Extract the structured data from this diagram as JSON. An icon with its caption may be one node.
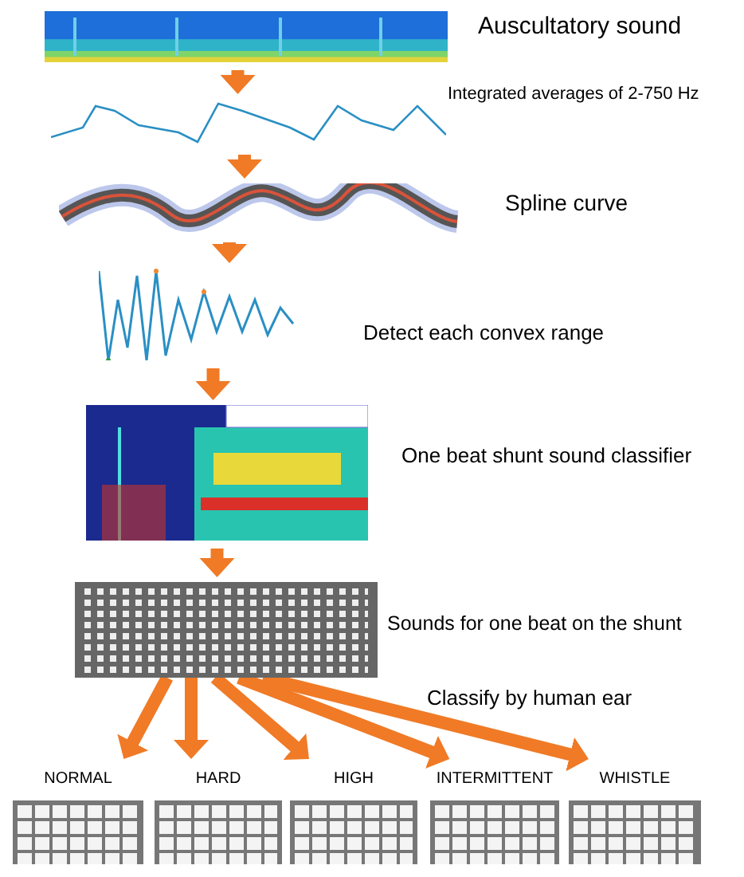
{
  "diagram": {
    "nodes": [
      {
        "text": [],
        "shape": "picture",
        "beside": [
          "Auscultatory sound"
        ]
      },
      {
        "text": [],
        "shape": "picture",
        "beside": [
          "Integrated averages of 2-750 Hz"
        ]
      },
      {
        "text": [],
        "shape": "picture",
        "beside": [
          "Spline curve"
        ]
      },
      {
        "text": [],
        "shape": "picture",
        "beside": [
          "Detect each convex range"
        ]
      },
      {
        "text": [],
        "shape": "picture",
        "beside": [
          "One beat shunt sound classifier"
        ]
      },
      {
        "text": [],
        "shape": "picture",
        "beside": [
          "Sounds for one beat on the shunt"
        ]
      },
      {
        "text": [],
        "shape": "picture",
        "beside": [
          "NORMAL"
        ]
      },
      {
        "text": [],
        "shape": "picture",
        "beside": [
          "HARD"
        ]
      },
      {
        "text": [],
        "shape": "picture",
        "beside": [
          "HIGH"
        ]
      },
      {
        "text": [],
        "shape": "picture",
        "beside": [
          "INTERMITTENT"
        ]
      },
      {
        "text": [],
        "shape": "picture",
        "beside": [
          "WHISTLE"
        ]
      }
    ],
    "edges": [
      {
        "from": 0,
        "to": 1,
        "arrow": "to"
      },
      {
        "from": 1,
        "to": 2,
        "arrow": "to"
      },
      {
        "from": 2,
        "to": 3,
        "arrow": "to"
      },
      {
        "from": 3,
        "to": 4,
        "arrow": "to"
      },
      {
        "from": 4,
        "to": 5,
        "arrow": "to"
      },
      {
        "from": 5,
        "to": 6,
        "arrow": "to"
      },
      {
        "from": 5,
        "to": 7,
        "arrow": "to"
      },
      {
        "from": 5,
        "to": 8,
        "arrow": "to"
      },
      {
        "from": 5,
        "to": 9,
        "arrow": "to"
      },
      {
        "from": 5,
        "to": 10,
        "arrow": "to"
      }
    ],
    "labels": [
      "Classify by human ear"
    ]
  }
}
